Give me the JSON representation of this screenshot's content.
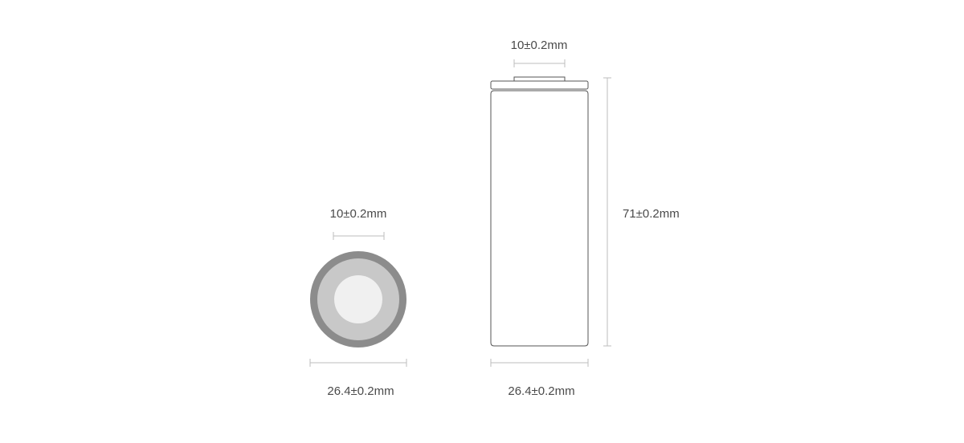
{
  "top_view": {
    "terminal_diameter_label": "10±0.2mm",
    "outer_diameter_label": "26.4±0.2mm"
  },
  "side_view": {
    "terminal_diameter_label": "10±0.2mm",
    "height_label": "71±0.2mm",
    "outer_diameter_label": "26.4±0.2mm"
  },
  "colors": {
    "outline": "#555555",
    "dimension_line": "#bdbdbd",
    "outer_ring": "#8c8c8c",
    "middle_ring": "#c8c8c8",
    "inner_terminal": "#f0f0f0",
    "label_text": "#4a4a4a"
  }
}
